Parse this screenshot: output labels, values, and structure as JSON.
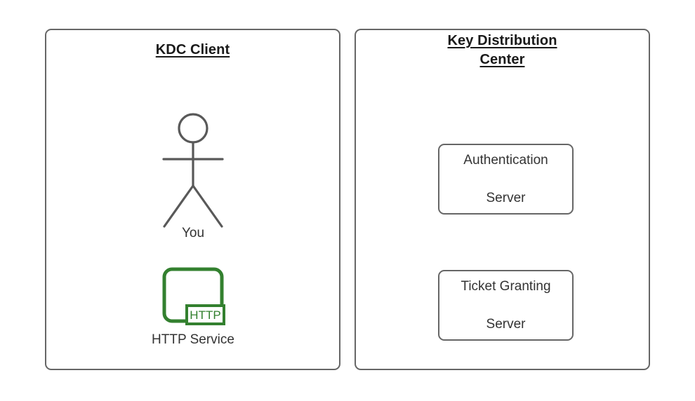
{
  "diagram": {
    "title": "KDC Client and Key Distribution Center",
    "stroke_color": "#666666",
    "text_color": "#333333",
    "accent_green": "#33802f",
    "background": "#ffffff"
  },
  "panels": {
    "client": {
      "title": "KDC Client",
      "actor": {
        "label": "You",
        "icon": "stick-figure-actor-icon"
      },
      "service": {
        "label": "HTTP Service",
        "badge_text": "HTTP",
        "icon": "http-service-icon"
      }
    },
    "kdc": {
      "title_line1": "Key Distribution",
      "title_line2": "Center",
      "servers": [
        {
          "line1": "Authentication",
          "line2": "Server",
          "name": "authentication-server"
        },
        {
          "line1": "Ticket Granting",
          "line2": "Server",
          "name": "ticket-granting-server"
        }
      ]
    }
  }
}
